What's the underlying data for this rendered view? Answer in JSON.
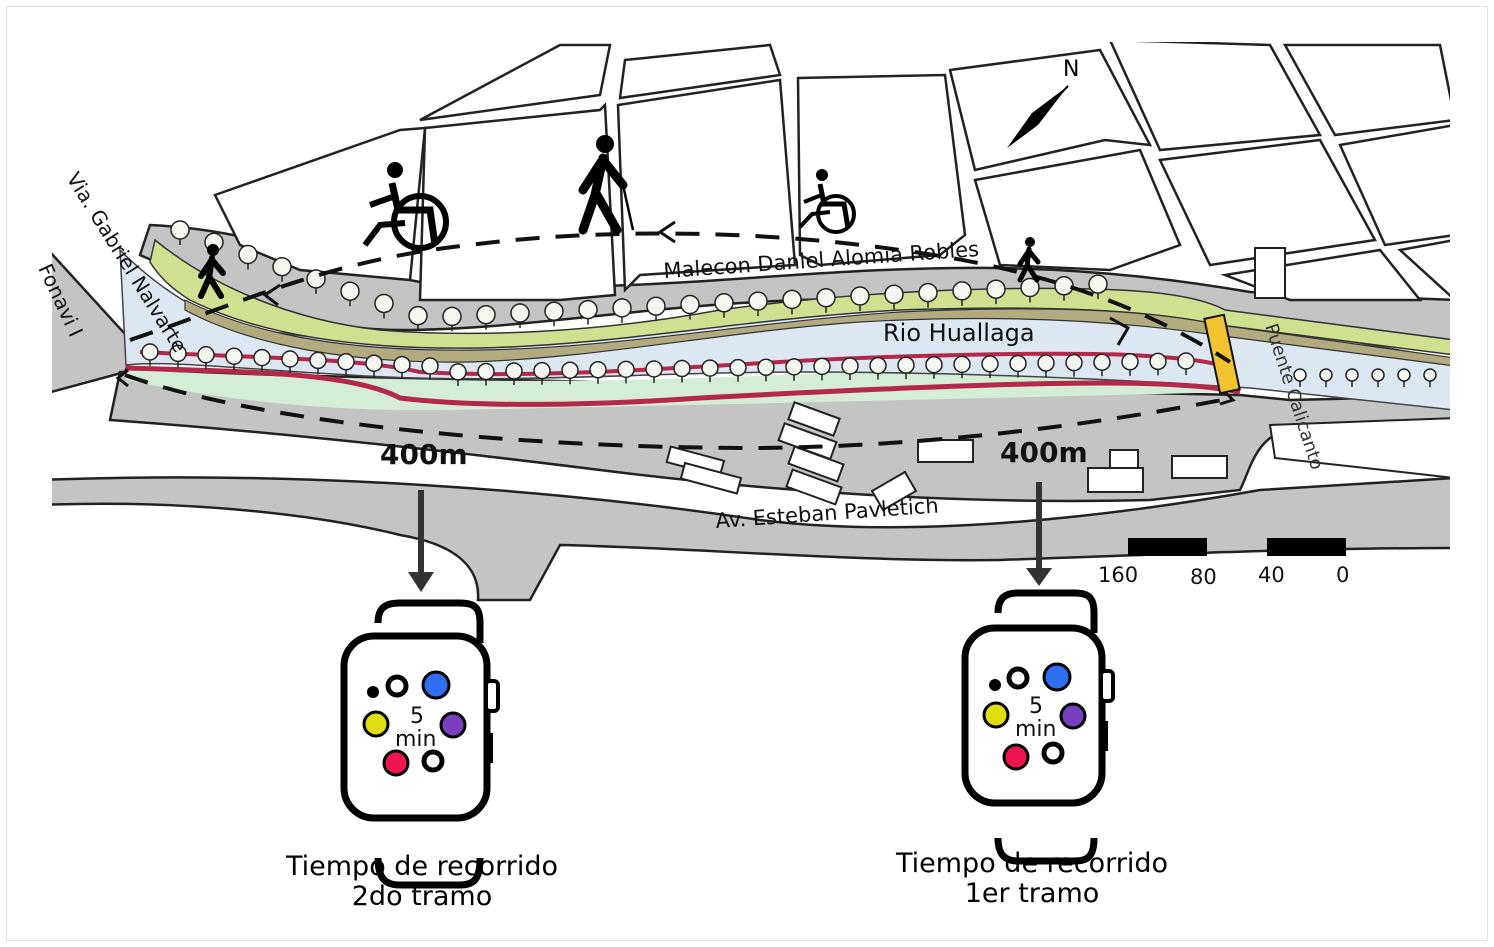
{
  "map": {
    "north_label": "N",
    "streets": {
      "via": "Via. Gabriel Nalvarte",
      "fonavi": "Fonavi I",
      "malecon": "Malecon Daniel Alomia Robles",
      "avenida": "Av. Esteban Pavletich",
      "puente": "Puente Calicanto"
    },
    "river": "Rio Huallaga",
    "distances": {
      "left": "400m",
      "right": "400m"
    },
    "scale_bar": {
      "labels": [
        "160",
        "80",
        "40",
        "0"
      ]
    }
  },
  "watches": [
    {
      "time_value": "5",
      "time_unit": "min",
      "caption_line1": "Tiempo de recorrido",
      "caption_line2": "2do tramo"
    },
    {
      "time_value": "5",
      "time_unit": "min",
      "caption_line1": "Tiempo de recorrido",
      "caption_line2": "1er tramo"
    }
  ],
  "colors": {
    "road": "#c4c4c4",
    "river": "#dde7f2",
    "green_band": "#cfe190",
    "earth_band": "#b2ab80",
    "route_red": "#b3284b",
    "park_green": "#d5ecd6",
    "bridge": "#f2c230",
    "dot_blue": "#2f6ef0",
    "dot_yellow": "#e1dd13",
    "dot_purple": "#7a3fbf",
    "dot_red": "#ee1450"
  }
}
